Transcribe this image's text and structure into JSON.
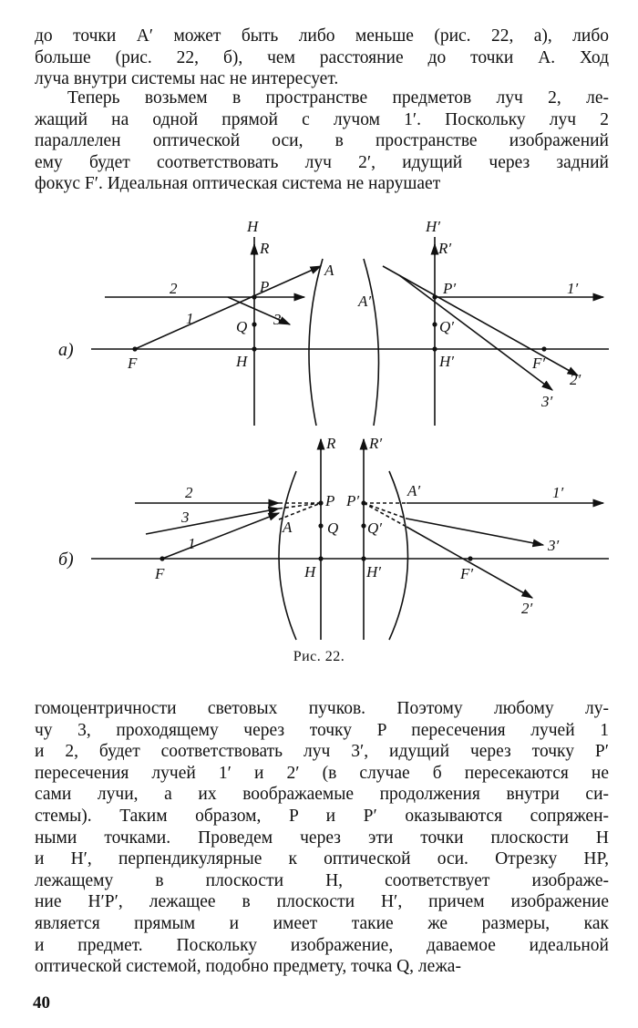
{
  "text": {
    "p1": [
      "до точки A′ может быть либо меньше (рис. 22, а), либо",
      "больше (рис. 22, б), чем расстояние до точки A. Ход",
      "луча внутри системы нас не интересует."
    ],
    "p2": [
      "Теперь возьмем в пространстве предметов луч 2, ле-",
      "жащий на одной прямой с лучом 1′. Поскольку луч 2",
      "параллелен оптической оси, в пространстве изображений",
      "ему будет соответствовать луч 2′, идущий через задний",
      "фокус F′. Идеальная оптическая система не нарушает"
    ],
    "p3": [
      "гомоцентричности световых пучков. Поэтому любому лу-",
      "чу 3, проходящему через точку P пересечения лучей 1",
      "и 2, будет соответствовать луч 3′, идущий через точку P′",
      "пересечения лучей 1′ и 2′ (в случае б пересекаются не",
      "сами лучи, а их воображаемые продолжения внутри си-",
      "стемы). Таким образом, P и P′ оказываются сопряжен-",
      "ными точками. Проведем через эти точки плоскости H",
      "и H′, перпендикулярные к оптической оси. Отрезку HP,",
      "лежащему в плоскости H, соответствует изображе-",
      "ние H′P′, лежащее в плоскости H′, причем изображение",
      "является прямым и имеет такие же размеры, как",
      "и предмет. Поскольку изображение, даваемое идеальной",
      "оптической системой, подобно предмету, точка Q, лежа-"
    ]
  },
  "figure": {
    "caption": "Рис. 22.",
    "panel_a": {
      "label": "а)",
      "labels": {
        "H_top": "H",
        "R": "R",
        "P": "P",
        "Q": "Q",
        "H_axis": "H",
        "F": "F",
        "A": "A",
        "ray2": "2",
        "ray1": "1",
        "ray3": "3",
        "H1_top": "H′",
        "R1": "R′",
        "P1": "P′",
        "Q1": "Q′",
        "H1_axis": "H′",
        "A1": "A′",
        "F1": "F′",
        "ray1p": "1′",
        "ray2p": "2′",
        "ray3p": "3′"
      }
    },
    "panel_b": {
      "label": "б)",
      "labels": {
        "R": "R",
        "R1": "R′",
        "P": "P",
        "P1": "P′",
        "Q": "Q",
        "Q1": "Q′",
        "A": "A",
        "A1": "A′",
        "H": "H",
        "H1": "H′",
        "F": "F",
        "F1": "F′",
        "ray2": "2",
        "ray3": "3",
        "ray1": "1",
        "ray1p": "1′",
        "ray3p": "3′",
        "ray2p": "2′"
      }
    }
  },
  "page_number": "40"
}
